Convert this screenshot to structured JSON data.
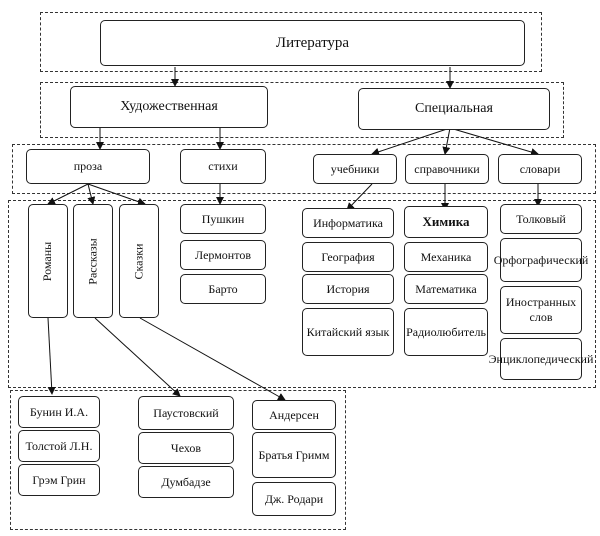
{
  "root": "Литература",
  "branches": {
    "fiction": "Художественная",
    "special": "Специальная"
  },
  "categories": {
    "prose": "проза",
    "poems": "стихи",
    "textbooks": "учебники",
    "reference": "справочники",
    "dictionaries": "словари"
  },
  "prose_genres": [
    "Романы",
    "Рассказы",
    "Сказки"
  ],
  "poets": [
    "Пушкин",
    "Лермонтов",
    "Барто"
  ],
  "textbooks": [
    "Информатика",
    "География",
    "История",
    "Китайский язык"
  ],
  "reference": [
    "Химика",
    "Механика",
    "Математика",
    "Радиолюбитель"
  ],
  "dictionaries": [
    "Толковый",
    "Орфографический",
    "Иностранных слов",
    "Энциклопедический"
  ],
  "authors": {
    "novels": [
      "Бунин И.А.",
      "Толстой Л.Н.",
      "Грэм Грин"
    ],
    "stories": [
      "Паустовский",
      "Чехов",
      "Думбадзе"
    ],
    "tales": [
      "Андерсен",
      "Братья Гримм",
      "Дж. Родари"
    ]
  }
}
